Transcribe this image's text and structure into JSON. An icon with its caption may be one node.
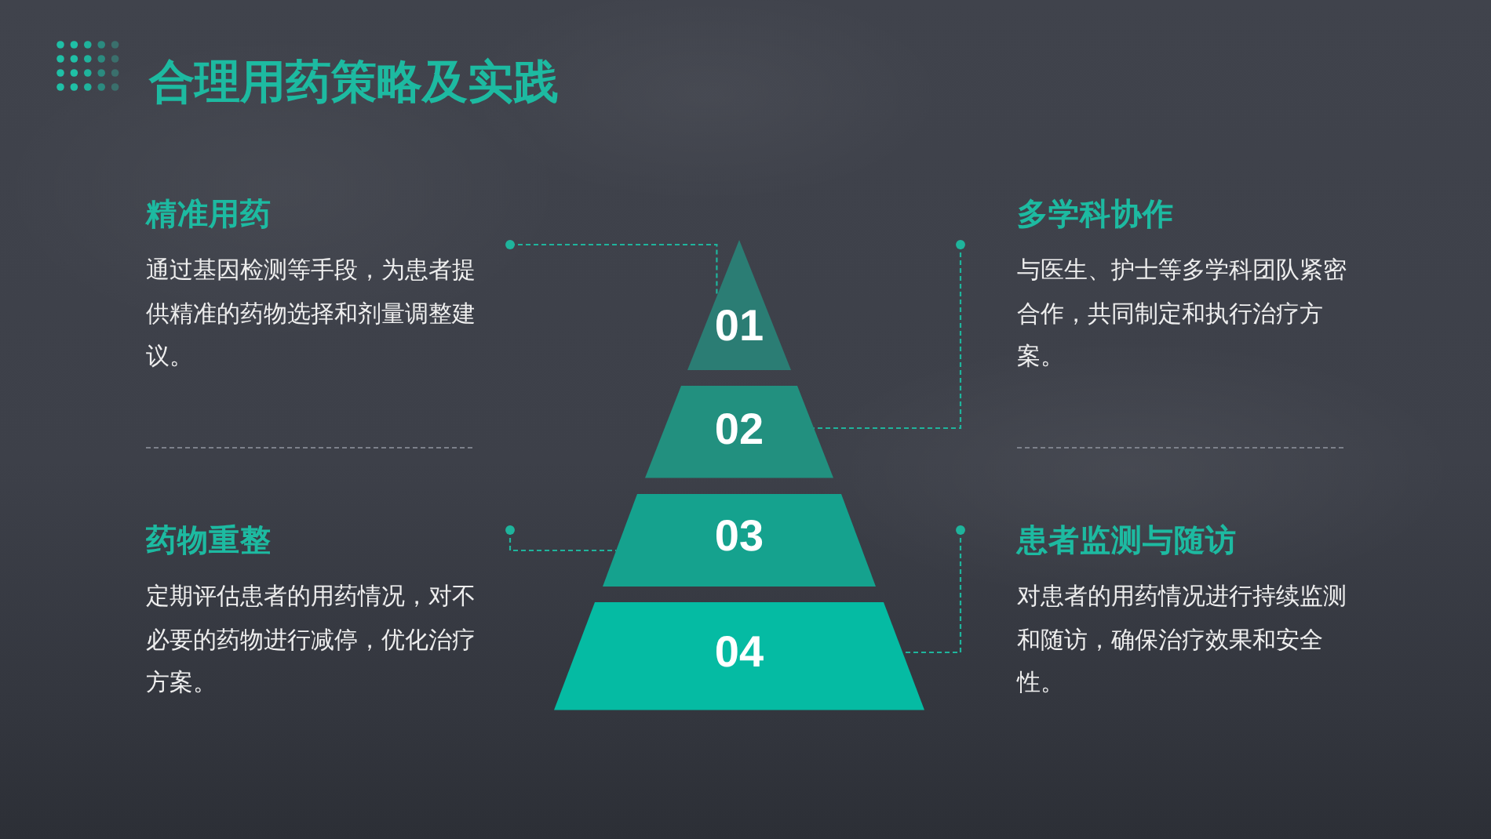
{
  "diagram": {
    "title": "合理用药策略及实践",
    "nodes": [
      {
        "text": [
          "精准用药",
          "通过基因检测等手段，为患者提供精准的药物选择和剂量调整建议。"
        ]
      },
      {
        "text": [
          "多学科协作",
          "与医生、护士等多学科团队紧密合作，共同制定和执行治疗方案。"
        ]
      },
      {
        "text": [
          "01"
        ]
      },
      {
        "text": [
          "02"
        ]
      },
      {
        "text": [
          "03"
        ]
      },
      {
        "text": [
          "04"
        ]
      },
      {
        "text": [
          "药物重整",
          "定期评估患者的用药情况，对不必要的药物进行减停，优化治疗方案。"
        ]
      },
      {
        "text": [
          "患者监测与随访",
          "对患者的用药情况进行持续监测和随访，确保治疗效果和安全性。"
        ]
      }
    ],
    "edges": [
      {
        "from": 0,
        "to": 2,
        "arrow": "other",
        "style": "dashed"
      },
      {
        "from": 1,
        "to": 3,
        "arrow": "other",
        "style": "dashed"
      },
      {
        "from": 6,
        "to": 4,
        "arrow": "other",
        "style": "dashed"
      },
      {
        "from": 7,
        "to": 5,
        "arrow": "other",
        "style": "dashed"
      }
    ]
  }
}
